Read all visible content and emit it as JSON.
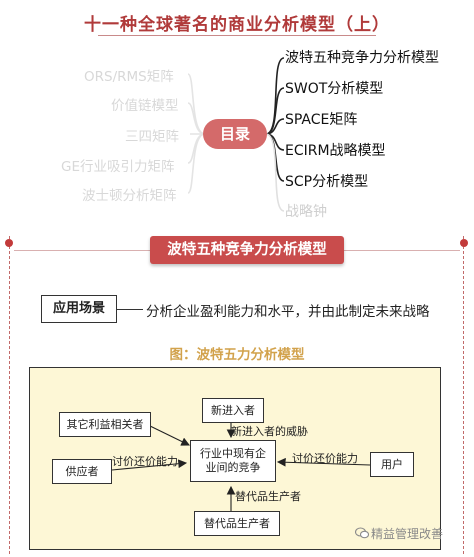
{
  "title": "十一种全球著名的商业分析模型（上）",
  "mindmap": {
    "center": "目录",
    "left_items": [
      "ORS/RMS矩阵",
      "价值链模型",
      "三四矩阵",
      "GE行业吸引力矩阵",
      "波士顿分析矩阵"
    ],
    "right_items": [
      "波特五种竞争力分析模型",
      "SWOT分析模型",
      "SPACE矩阵",
      "ECIRM战略模型",
      "SCP分析模型",
      "战略钟"
    ]
  },
  "section": {
    "title": "波特五种竞争力分析模型",
    "scene_label": "应用场景",
    "scene_text": "分析企业盈利能力和水平，并由此制定未来战略"
  },
  "figure": {
    "caption": "图：波特五力分析模型",
    "boxes": {
      "new_entrants": "新进入者",
      "other_stakeholders": "其它利益相关者",
      "suppliers": "供应者",
      "industry": "行业中现有企业间的竞争",
      "customers": "用户",
      "substitutes": "替代品生产者"
    },
    "labels": {
      "threat_new": "新进入者的威胁",
      "bargain_left": "讨价还价能力",
      "bargain_right": "讨价还价能力",
      "substitute_arrow": "替代品生产者"
    }
  },
  "watermark": "精益管理改善",
  "colors": {
    "accent": "#c94c4c",
    "center_node": "#d46a6a",
    "caption": "#d2a24c",
    "diagram_bg": "#fdf7d6"
  }
}
